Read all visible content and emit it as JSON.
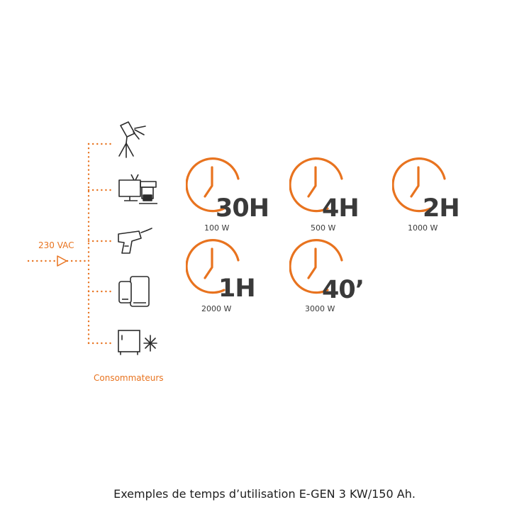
{
  "source": {
    "label": "230 VAC"
  },
  "consumers": {
    "label": "Consommateurs",
    "icons": [
      "spotlight-icon",
      "tv-and-coffee-machine-icon",
      "drill-icon",
      "phone-and-tablet-icon",
      "fridge-freezer-icon"
    ]
  },
  "clocks": [
    {
      "time": "30H",
      "power": "100 W"
    },
    {
      "time": "4H",
      "power": "500 W"
    },
    {
      "time": "2H",
      "power": "1000 W"
    },
    {
      "time": "1H",
      "power": "2000 W"
    },
    {
      "time": "40’",
      "power": "3000 W"
    }
  ],
  "caption": "Exemples de temps d’utilisation E-GEN 3 KW/150 Ah.",
  "colors": {
    "accent": "#E8731F",
    "text": "#3a3a3a",
    "icon": "#2b2b2b"
  }
}
